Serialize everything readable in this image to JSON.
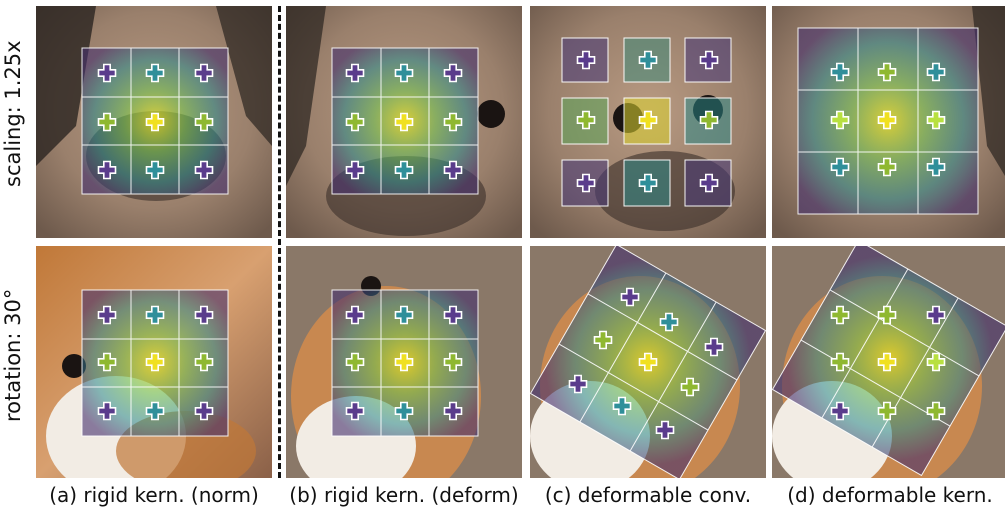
{
  "rows": [
    {
      "label": "scaling: 1.25x"
    },
    {
      "label": "rotation: 30°"
    }
  ],
  "captions": [
    "(a) rigid kern. (norm)",
    "(b) rigid kern. (deform)",
    "(c) deformable conv.",
    "(d) deformable kern."
  ]
}
